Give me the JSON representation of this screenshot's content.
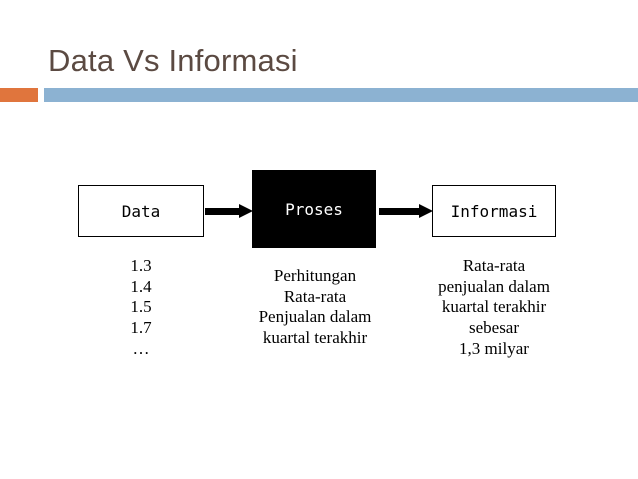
{
  "slide": {
    "title": "Data Vs Informasi",
    "accent_colors": {
      "title_text": "#5b4a42",
      "bar_small": "#e0753d",
      "bar_long": "#8cb2d2",
      "process_box_fill": "#000000",
      "process_box_text": "#ffffff"
    }
  },
  "diagram": {
    "type": "flow",
    "nodes": [
      {
        "id": "data",
        "label": "Data",
        "caption": "1.3\n1.4\n1.5\n1.7\n…"
      },
      {
        "id": "proses",
        "label": "Proses",
        "caption": "Perhitungan\nRata-rata\nPenjualan dalam\nkuartal terakhir"
      },
      {
        "id": "informasi",
        "label": "Informasi",
        "caption": "Rata-rata\npenjualan dalam\nkuartal terakhir\nsebesar\n1,3 milyar"
      }
    ],
    "arrows": [
      {
        "from": "data",
        "to": "proses"
      },
      {
        "from": "proses",
        "to": "informasi"
      }
    ]
  }
}
